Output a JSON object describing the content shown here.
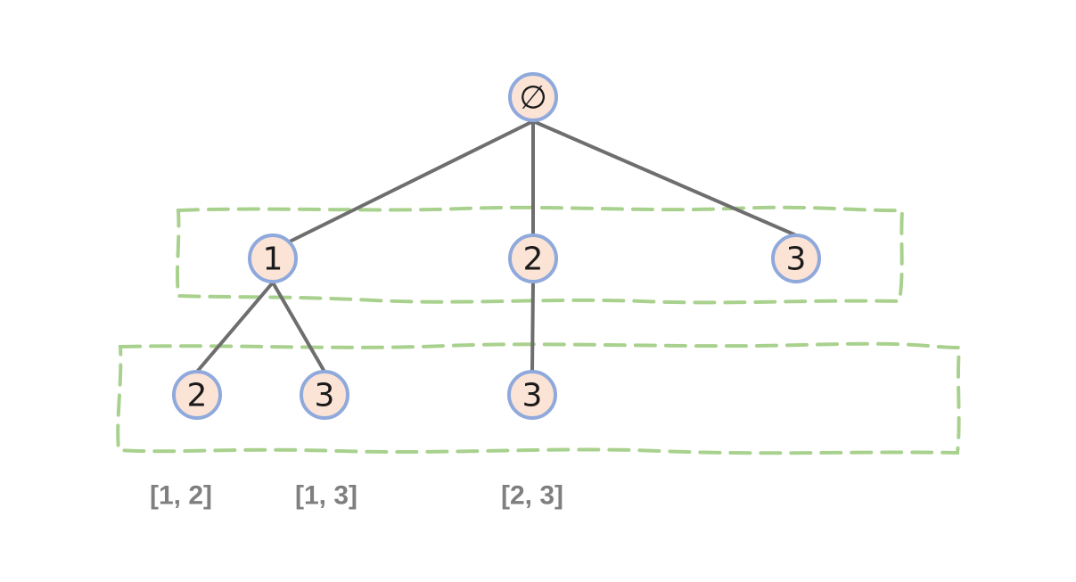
{
  "diagram": {
    "colors": {
      "node_fill": "#fbe3d6",
      "node_stroke": "#8fa9dc",
      "edge": "#6e6e6e",
      "group_box": "#a9d18e",
      "result_text": "#7f7f7f"
    },
    "root": {
      "label": "∅"
    },
    "level1": [
      {
        "label": "1"
      },
      {
        "label": "2"
      },
      {
        "label": "3"
      }
    ],
    "level2": [
      {
        "label": "2"
      },
      {
        "label": "3"
      },
      {
        "label": "3"
      }
    ],
    "results": [
      "[1, 2]",
      "[1, 3]",
      "[2, 3]"
    ]
  }
}
